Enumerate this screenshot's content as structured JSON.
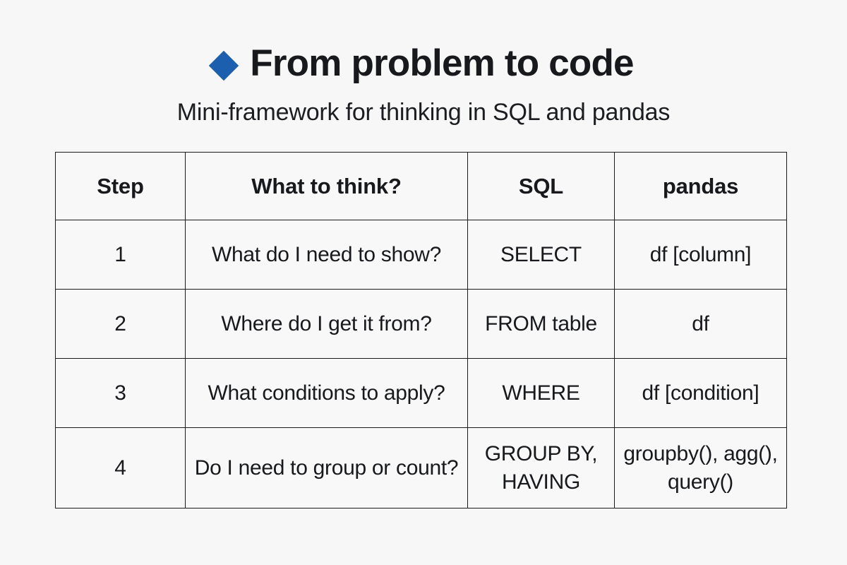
{
  "slide": {
    "background_color": "#f7f7f7",
    "title": "From problem to code",
    "title_bullet_icon": "blue-diamond-icon",
    "accent_color": "#1c5fae",
    "subtitle": "Mini-framework for thinking in SQL and pandas"
  },
  "table": {
    "headers": [
      "Step",
      "What to think?",
      "SQL",
      "pandas"
    ],
    "rows": [
      {
        "step": "1",
        "think": "What do I need to show?",
        "sql": "SELECT",
        "pandas": "df [column]"
      },
      {
        "step": "2",
        "think": "Where do I get it from?",
        "sql": "FROM table",
        "pandas": "df"
      },
      {
        "step": "3",
        "think": "What conditions to apply?",
        "sql": "WHERE",
        "pandas": "df [condition]"
      },
      {
        "step": "4",
        "think": "Do I need to\ngroup or count?",
        "sql": "GROUP BY,\nHAVING",
        "pandas": "groupby(),\nagg(), query()"
      }
    ]
  }
}
